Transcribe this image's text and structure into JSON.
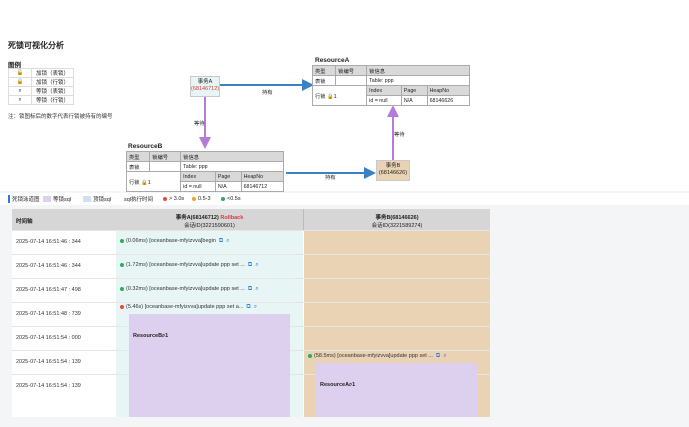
{
  "page_title": "死锁可视化分析",
  "legend": {
    "title": "图例",
    "items": [
      {
        "icon": "lock-open-icon",
        "label": "加锁（表锁）"
      },
      {
        "icon": "lock-icon",
        "label": "加锁（行锁）"
      },
      {
        "icon": "wait-icon",
        "label": "等锁（表锁）"
      },
      {
        "icon": "wait-icon",
        "label": "等锁（行锁）"
      }
    ],
    "note": "注：锁图标后的数字代表行锁被持有的编号"
  },
  "resource_a": {
    "title": "ResourceA",
    "headers": [
      "类型",
      "锁编号",
      "锁信息"
    ],
    "table_lock": "表锁",
    "table_info": "Table: ppp",
    "row_lock": "行锁",
    "row_lock_num": "1",
    "cols": [
      "Index",
      "Page",
      "HeapNo"
    ],
    "vals": [
      "id = null",
      "N/A",
      "68146626"
    ]
  },
  "resource_b": {
    "title": "ResourceB",
    "headers": [
      "类型",
      "锁编号",
      "锁信息"
    ],
    "table_lock": "表锁",
    "table_info": "Table: ppp",
    "row_lock": "行锁",
    "row_lock_num": "1",
    "cols": [
      "Index",
      "Page",
      "HeapNo"
    ],
    "vals": [
      "id = null",
      "N/A",
      "68146712"
    ]
  },
  "trx_a": {
    "name": "事务A",
    "id": "(68146712)"
  },
  "trx_b": {
    "name": "事务B",
    "id": "(68146626)"
  },
  "edges": {
    "hold_a": "持有",
    "wait_a": "等待",
    "hold_b": "持有",
    "wait_b": "等待"
  },
  "toolbar": {
    "gantt": "死锁泳道图",
    "wait_sql": "等锁sql",
    "hold_sql": "顶锁sql",
    "exec_time": "sql执行时间",
    "t1": "> 3.0s",
    "t2": "0.5-3",
    "t3": "<0.5s"
  },
  "colors": {
    "red": "#e74c3c",
    "orange": "#f0a030",
    "green": "#27ae60",
    "wait_sql": "#ddd0ee",
    "hold_sql": "#cfe0f5",
    "trx_a_bg": "#e7f6f4",
    "trx_b_bg": "#ead3b4"
  },
  "grid": {
    "time_header": "时间轴",
    "col_a": {
      "title": "事务A(68146712)",
      "rollback": "Rollback",
      "session": "会话ID(3221590601)"
    },
    "col_b": {
      "title": "事务B(68146626)",
      "session": "会话ID(3221589274)"
    },
    "rows": [
      {
        "time": "2025-07-14 16:51:46 : 344",
        "col": "a",
        "dot": "green",
        "text": "(0.06ms) [oceanbase-mfyizvva]begin"
      },
      {
        "time": "2025-07-14 16:51:46 : 344",
        "col": "a",
        "dot": "green",
        "text": "(1.72ms) [oceanbase-mfyizvva]update ppp set ..."
      },
      {
        "time": "2025-07-14 16:51:47 : 498",
        "col": "a",
        "dot": "green",
        "text": "(0.32ms) [oceanbase-mfyizvva]update ppp set ..."
      },
      {
        "time": "2025-07-14 16:51:48 : 739",
        "col": "a",
        "dot": "red",
        "text": "(5.46s) [oceanbase-mfyizvva]update ppp set a..."
      },
      {
        "time": "2025-07-14 16:51:54 : 000",
        "col": "",
        "dot": "",
        "text": ""
      },
      {
        "time": "2025-07-14 16:51:54 : 139",
        "col": "b",
        "dot": "green",
        "text": "(58.5ms) [oceanbase-mfyizvva]update ppp set ..."
      },
      {
        "time": "2025-07-14 16:51:54 : 139",
        "col": "",
        "dot": "",
        "text": ""
      }
    ],
    "lock_a": {
      "label": "ResourceB",
      "num": "1"
    },
    "lock_b": {
      "label": "ResourceA",
      "num": "1"
    }
  }
}
